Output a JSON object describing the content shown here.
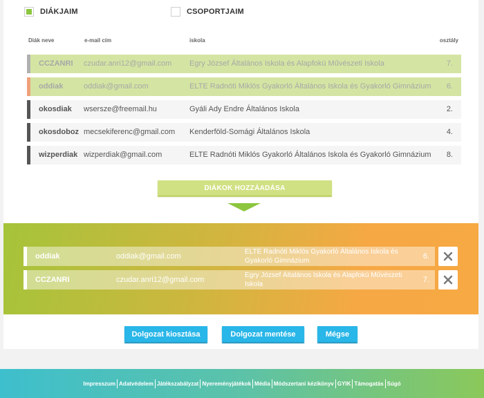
{
  "tabs": {
    "students": "DIÁKJAIM",
    "groups": "CSOPORTJAIM",
    "students_checked": true,
    "groups_checked": false
  },
  "table": {
    "headers": [
      "Diák neve",
      "e-mail cím",
      "iskola",
      "osztály"
    ],
    "rows": [
      {
        "name": "CCZANRI",
        "email": "czudar.anri12@gmail.com",
        "school": "Egry József Általános Iskola és Alapfokú Művészeti Iskola",
        "grade": "7.",
        "selected": true,
        "bar_color": "#b0b0b0"
      },
      {
        "name": "oddiak",
        "email": "oddiak@gmail.com",
        "school": "ELTE Radnóti Miklós Gyakorló Általános Iskola és Gyakorló Gimnázium",
        "grade": "6.",
        "selected": true,
        "bar_color": "#f0a07a"
      },
      {
        "name": "okosdiak",
        "email": "wsersze@freemail.hu",
        "school": "Gyáli Ady Endre Általános Iskola",
        "grade": "2.",
        "selected": false,
        "bar_color": "#555555"
      },
      {
        "name": "okosdoboz",
        "email": "mecsekiferenc@gmail.com",
        "school": "Kenderföld-Somági Általános Iskola",
        "grade": "4.",
        "selected": false,
        "bar_color": "#555555"
      },
      {
        "name": "wizperdiak",
        "email": "wizperdiak@gmail.com",
        "school": "ELTE Radnóti Miklós Gyakorló Általános Iskola és Gyakorló Gimnázium",
        "grade": "8.",
        "selected": false,
        "bar_color": "#555555"
      }
    ]
  },
  "add_button": "DIÁKOK HOZZÁADÁSA",
  "selected": [
    {
      "name": "oddiak",
      "email": "oddiak@gmail.com",
      "school": "ELTE Radnóti Miklós Gyakorló Általános Iskola és Gyakorló Gimnázium",
      "grade": "6."
    },
    {
      "name": "CCZANRI",
      "email": "czudar.anri12@gmail.com",
      "school": "Egry József Általános Iskola és Alapfokú Művészeti Iskola",
      "grade": "7."
    }
  ],
  "actions": {
    "distribute": "Dolgozat kiosztása",
    "save": "Dolgozat mentése",
    "cancel": "Mégse"
  },
  "footer": [
    "Impresszum",
    "Adatvédelem",
    "Játékszabályzat",
    "Nyereményjátékok",
    "Média",
    "Módszertani kézikönyv",
    "GYIK",
    "Támogatás",
    "Súgó"
  ],
  "colors": {
    "accent_green": "#8cc63f",
    "button_blue": "#29b6e8",
    "panel_orange": "#f6a844"
  },
  "icons": {
    "checkbox": "checkbox-icon",
    "remove": "close-icon",
    "arrow": "chevron-down-icon"
  }
}
